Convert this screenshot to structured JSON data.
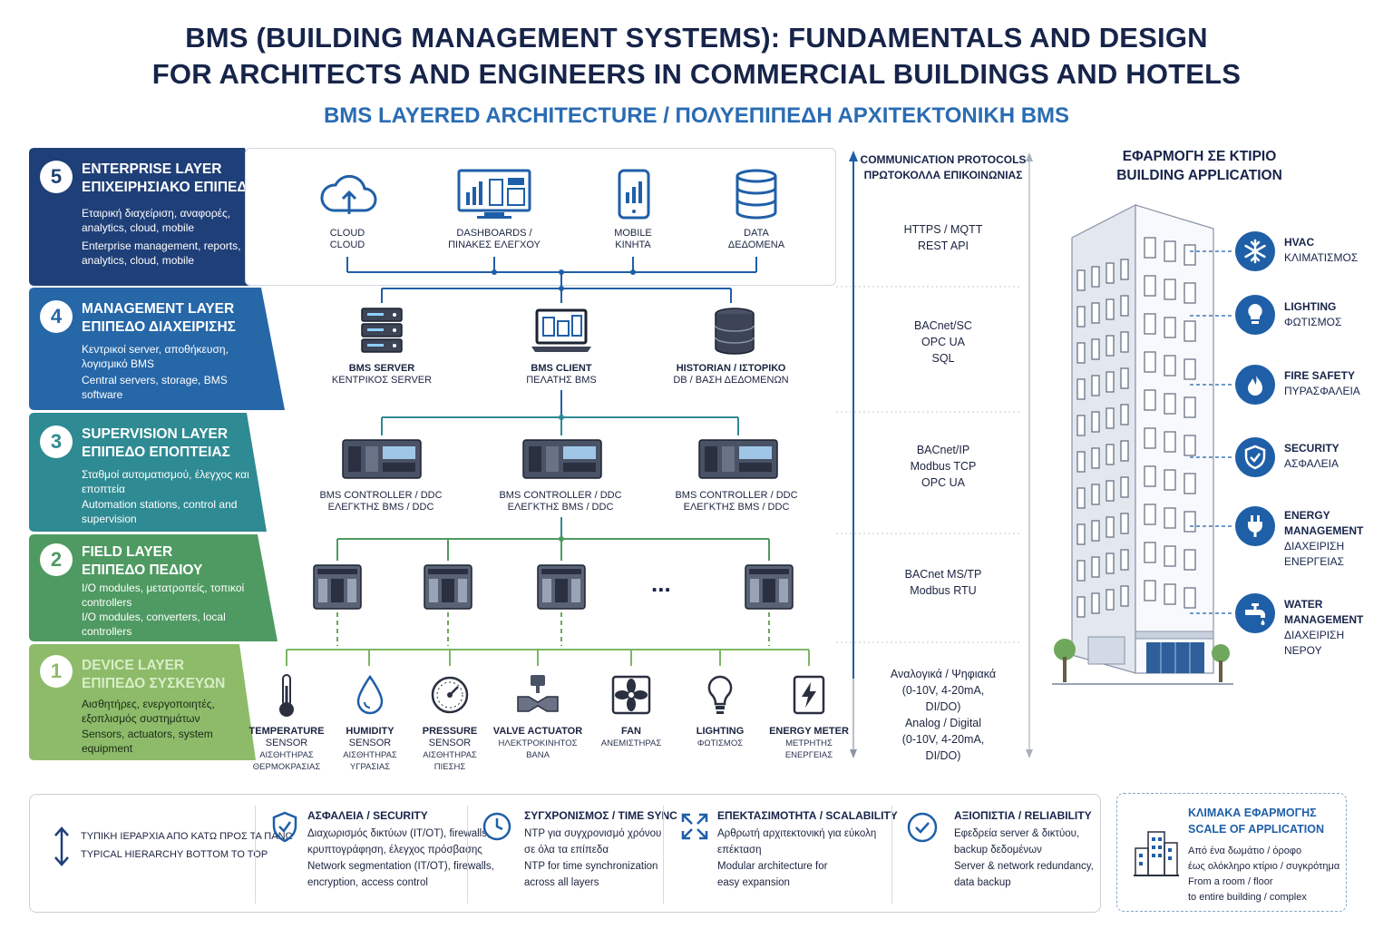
{
  "title": {
    "line1": "BMS (BUILDING MANAGEMENT SYSTEMS): FUNDAMENTALS AND DESIGN",
    "line2": "FOR ARCHITECTS AND ENGINEERS IN COMMERCIAL BUILDINGS AND HOTELS",
    "subtitle": "BMS LAYERED ARCHITECTURE / ΠΟΛΥΕΠΙΠΕΔΗ ΑΡΧΙΤΕΚΤΟΝΙΚΗ BMS"
  },
  "colors": {
    "layer5": "#1f3f78",
    "layer4": "#2667a8",
    "layer3": "#2e8a93",
    "layer2": "#4f9a62",
    "layer1": "#8dbb6a",
    "accent": "#1f5fa8"
  },
  "layers": [
    {
      "number": "5",
      "name_en": "ENTERPRISE LAYER",
      "name_gr": "ΕΠΙΧΕΙΡΗΣΙΑΚΟ ΕΠΙΠΕΔΟ",
      "desc_gr": "Εταιρική διαχείριση, αναφορές, analytics, cloud, mobile",
      "desc_en": "Enterprise management, reports, analytics, cloud, mobile"
    },
    {
      "number": "4",
      "name_en": "MANAGEMENT LAYER",
      "name_gr": "ΕΠΙΠΕΔΟ ΔΙΑΧΕΙΡΙΣΗΣ",
      "desc_gr": "Κεντρικοί server, αποθήκευση, λογισμικό BMS",
      "desc_en": "Central servers, storage, BMS software"
    },
    {
      "number": "3",
      "name_en": "SUPERVISION LAYER",
      "name_gr": "ΕΠΙΠΕΔΟ ΕΠΟΠΤΕΙΑΣ",
      "desc_gr": "Σταθμοί αυτοματισμού, έλεγχος και εποπτεία",
      "desc_en": "Automation stations, control and supervision"
    },
    {
      "number": "2",
      "name_en": "FIELD LAYER",
      "name_gr": "ΕΠΙΠΕΔΟ ΠΕΔΙΟΥ",
      "desc_gr": "I/O modules, μετατροπείς, τοπικοί controllers",
      "desc_en": "I/O modules, converters, local controllers"
    },
    {
      "number": "1",
      "name_en": "DEVICE LAYER",
      "name_gr": "ΕΠΙΠΕΔΟ ΣΥΣΚΕΥΩΝ",
      "desc_gr": "Αισθητήρες, ενεργοποιητές, εξοπλισμός συστημάτων",
      "desc_en": "Sensors, actuators, system equipment"
    }
  ],
  "enterprise_items": [
    {
      "en": "CLOUD",
      "gr": "CLOUD"
    },
    {
      "en": "DASHBOARDS /",
      "gr": "ΠΙΝΑΚΕΣ ΕΛΕΓΧΟΥ"
    },
    {
      "en": "MOBILE",
      "gr": "ΚΙΝΗΤΑ"
    },
    {
      "en": "DATA",
      "gr": "ΔΕΔΟΜΕΝΑ"
    }
  ],
  "management_items": [
    {
      "en": "BMS SERVER",
      "gr": "ΚΕΝΤΡΙΚΟΣ SERVER"
    },
    {
      "en": "BMS CLIENT",
      "gr": "ΠΕΛΑΤΗΣ BMS"
    },
    {
      "en": "HISTORIAN / ΙΣΤΟΡΙΚΟ",
      "gr": "DB / ΒΑΣΗ ΔΕΔΟΜΕΝΩΝ"
    }
  ],
  "supervision_items": [
    {
      "en": "BMS CONTROLLER / DDC",
      "gr": "ΕΛΕΓΚΤΗΣ BMS / DDC"
    },
    {
      "en": "BMS CONTROLLER / DDC",
      "gr": "ΕΛΕΓΚΤΗΣ BMS / DDC"
    },
    {
      "en": "BMS CONTROLLER / DDC",
      "gr": "ΕΛΕΓΚΤΗΣ BMS / DDC"
    }
  ],
  "field_ellipsis": "...",
  "device_items": [
    {
      "en1": "TEMPERATURE",
      "en2": "SENSOR",
      "gr1": "ΑΙΣΘΗΤΗΡΑΣ",
      "gr2": "ΘΕΡΜΟΚΡΑΣΙΑΣ"
    },
    {
      "en1": "HUMIDITY",
      "en2": "SENSOR",
      "gr1": "ΑΙΣΘΗΤΗΡΑΣ",
      "gr2": "ΥΓΡΑΣΙΑΣ"
    },
    {
      "en1": "PRESSURE",
      "en2": "SENSOR",
      "gr1": "ΑΙΣΘΗΤΗΡΑΣ",
      "gr2": "ΠΙΕΣΗΣ"
    },
    {
      "en1": "VALVE ACTUATOR",
      "en2": "",
      "gr1": "ΗΛΕΚΤΡΟΚΙΝΗΤΟΣ",
      "gr2": "ΒΑΝΑ"
    },
    {
      "en1": "FAN",
      "en2": "",
      "gr1": "ΑΝΕΜΙΣΤΗΡΑΣ",
      "gr2": ""
    },
    {
      "en1": "LIGHTING",
      "en2": "",
      "gr1": "ΦΩΤΙΣΜΟΣ",
      "gr2": ""
    },
    {
      "en1": "ENERGY METER",
      "en2": "",
      "gr1": "ΜΕΤΡΗΤΗΣ",
      "gr2": "ΕΝΕΡΓΕΙΑΣ"
    }
  ],
  "protocols": {
    "title1": "COMMUNICATION PROTOCOLS",
    "title2": "ΠΡΩΤΟΚΟΛΛΑ ΕΠΙΚΟΙΝΩΝΙΑΣ",
    "enterprise": [
      "HTTPS / MQTT",
      "REST API"
    ],
    "management": [
      "BACnet/SC",
      "OPC UA",
      "SQL"
    ],
    "supervision": [
      "BACnet/IP",
      "Modbus TCP",
      "OPC UA"
    ],
    "field": [
      "BACnet MS/TP",
      "Modbus RTU"
    ],
    "device": [
      "Αναλογικά / Ψηφιακά",
      "(0-10V, 4-20mA,",
      "DI/DO)",
      "Analog / Digital",
      "(0-10V, 4-20mA,",
      "DI/DO)"
    ]
  },
  "building": {
    "title_gr": "ΕΦΑΡΜΟΓΗ ΣΕ ΚΤΙΡΙΟ",
    "title_en": "BUILDING APPLICATION",
    "systems": [
      {
        "icon": "snowflake-icon",
        "l1": "HVAC",
        "l2": "ΚΛΙΜΑΤΙΣΜΟΣ",
        "l3": "",
        "l4": ""
      },
      {
        "icon": "lightbulb-icon",
        "l1": "LIGHTING",
        "l2": "ΦΩΤΙΣΜΟΣ",
        "l3": "",
        "l4": ""
      },
      {
        "icon": "flame-icon",
        "l1": "FIRE SAFETY",
        "l2": "ΠΥΡΑΣΦΑΛΕΙΑ",
        "l3": "",
        "l4": ""
      },
      {
        "icon": "shield-icon",
        "l1": "SECURITY",
        "l2": "ΑΣΦΑΛΕΙΑ",
        "l3": "",
        "l4": ""
      },
      {
        "icon": "plug-icon",
        "l1": "ENERGY",
        "l2": "MANAGEMENT",
        "l3": "ΔΙΑΧΕΙΡΙΣΗ",
        "l4": "ΕΝΕΡΓΕΙΑΣ"
      },
      {
        "icon": "faucet-icon",
        "l1": "WATER",
        "l2": "MANAGEMENT",
        "l3": "ΔΙΑΧΕΙΡΙΣΗ",
        "l4": "ΝΕΡΟΥ"
      }
    ]
  },
  "bottom": {
    "hierarchy": {
      "l1": "ΤΥΠΙΚΗ ΙΕΡΑΡΧΙΑ ΑΠΟ ΚΑΤΩ ΠΡΟΣ ΤΑ ΠΑΝΩ",
      "l2": "TYPICAL HIERARCHY BOTTOM TO TOP"
    },
    "security": {
      "title": "ΑΣΦΑΛΕΙΑ / SECURITY",
      "l1": "Διαχωρισμός δικτύων (IT/OT), firewalls,",
      "l2": "κρυπτογράφηση, έλεγχος πρόσβασης",
      "l3": "Network segmentation (IT/OT), firewalls,",
      "l4": "encryption, access control"
    },
    "time": {
      "title": "ΣΥΓΧΡΟΝΙΣΜΟΣ / TIME SYNC",
      "l1": "NTP για συγχρονισμό χρόνου",
      "l2": "σε όλα τα επίπεδα",
      "l3": "NTP for time synchronization",
      "l4": "across all layers"
    },
    "scalability": {
      "title": "ΕΠΕΚΤΑΣΙΜΟΤΗΤΑ / SCALABILITY",
      "l1": "Αρθρωτή αρχιτεκτονική για εύκολη",
      "l2": "επέκταση",
      "l3": "Modular architecture for",
      "l4": "easy expansion"
    },
    "reliability": {
      "title": "ΑΞΙΟΠΙΣΤΙΑ / RELIABILITY",
      "l1": "Εφεδρεία server & δικτύου,",
      "l2": "backup δεδομένων",
      "l3": "Server & network redundancy,",
      "l4": "data backup"
    },
    "scale": {
      "t1": "ΚΛΙΜΑΚΑ ΕΦΑΡΜΟΓΗΣ",
      "t2": "SCALE OF APPLICATION",
      "l1": "Από ένα δωμάτιο / όροφο",
      "l2": "έως ολόκληρο κτίριο / συγκρότημα",
      "l3": "From a room / floor",
      "l4": "to entire building / complex"
    }
  }
}
